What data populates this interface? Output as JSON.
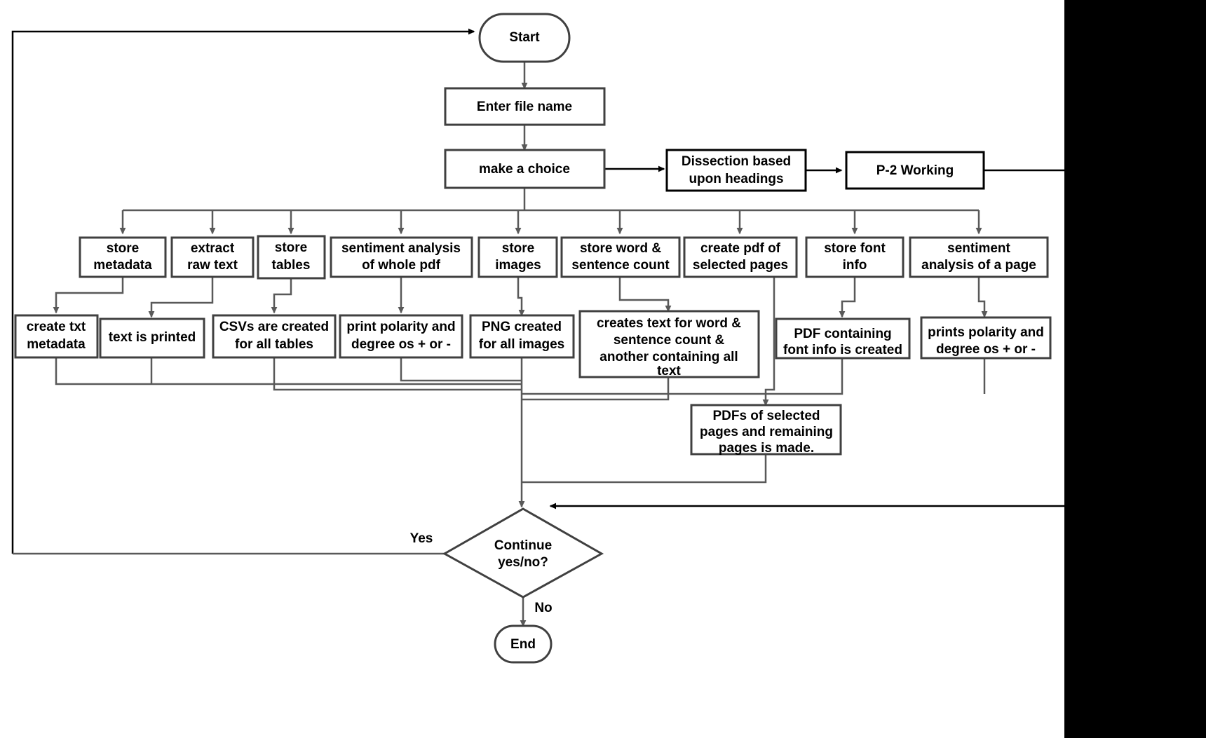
{
  "diagram": {
    "title": "PDF processing tool flowchart",
    "colors": {
      "line": "#595959",
      "line_dark": "#000000",
      "box_stroke": "#404040",
      "box_fill": "#ffffff",
      "page_background": "#ffffff",
      "canvas_background": "#000000"
    },
    "nodes": {
      "start": "Start",
      "enter_file_name": "Enter file name",
      "make_a_choice": "make a choice",
      "dissection": {
        "line1": "Dissection based",
        "line2": "upon headings"
      },
      "p2_working": "P-2 Working",
      "store_metadata": {
        "line1": "store",
        "line2": "metadata"
      },
      "extract_raw_text": {
        "line1": "extract",
        "line2": "raw text"
      },
      "store_tables": {
        "line1": "store",
        "line2": "tables"
      },
      "sentiment_whole_pdf": {
        "line1": "sentiment analysis",
        "line2": "of whole pdf"
      },
      "store_images": {
        "line1": "store",
        "line2": "images"
      },
      "store_word_sentence_count": {
        "line1": "store word &",
        "line2": "sentence count"
      },
      "create_pdf_selected_pages": {
        "line1": "create pdf of",
        "line2": "selected pages"
      },
      "store_font_info": {
        "line1": "store font",
        "line2": "info"
      },
      "sentiment_of_a_page": {
        "line1": "sentiment",
        "line2": "analysis of a page"
      },
      "create_txt_metadata": {
        "line1": "create txt",
        "line2": "metadata"
      },
      "text_is_printed": {
        "line1": "text is printed"
      },
      "csvs_created": {
        "line1": "CSVs are created",
        "line2": "for all tables"
      },
      "print_polarity": {
        "line1": "print polarity and",
        "line2": "degree os + or -"
      },
      "png_created": {
        "line1": "PNG created",
        "line2": "for all images"
      },
      "creates_text_word_sentence": {
        "line1": "creates text for word &",
        "line2": "sentence count &",
        "line3": "another containing all",
        "line4": "text"
      },
      "pdf_font_info_created": {
        "line1": "PDF containing",
        "line2": "font info is created"
      },
      "prints_polarity": {
        "line1": "prints polarity and",
        "line2": "degree os + or -"
      },
      "pdfs_selected_remaining": {
        "line1": "PDFs of selected",
        "line2": "pages and remaining",
        "line3": "pages is made."
      },
      "continue_decision": {
        "line1": "Continue",
        "line2": "yes/no?"
      },
      "end": "End"
    },
    "edge_labels": {
      "yes": "Yes",
      "no": "No"
    }
  }
}
